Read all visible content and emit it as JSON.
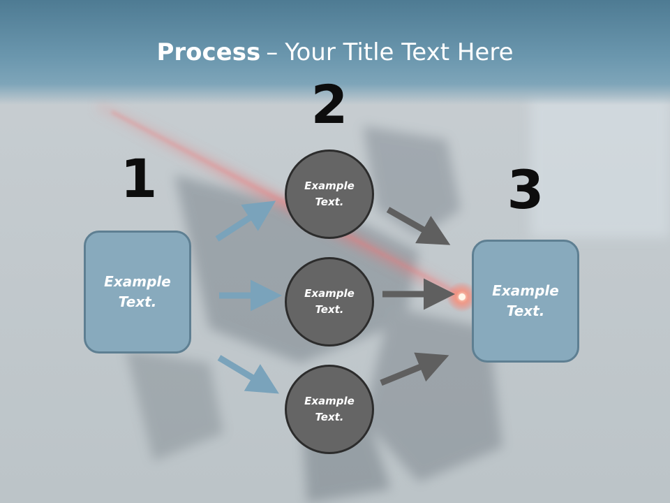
{
  "slide": {
    "title_bold": "Process",
    "title_separator": "–",
    "title_rest": "Your Title Text Here",
    "step_numbers": [
      "1",
      "2",
      "3"
    ],
    "left_box_text": "Example Text.",
    "right_box_text": "Example Text.",
    "circles": [
      {
        "text": "Example Text."
      },
      {
        "text": "Example Text."
      },
      {
        "text": "Example Text."
      }
    ]
  },
  "colors": {
    "header": "#5e8ba3",
    "box_fill": "#88aabd",
    "box_border": "#5e7f92",
    "circle_fill": "#656565",
    "circle_border": "#2c2c2c",
    "arrow_blue": "#7aa3bb",
    "arrow_gray": "#5f5f5f",
    "number_color": "#0d0d0d"
  }
}
